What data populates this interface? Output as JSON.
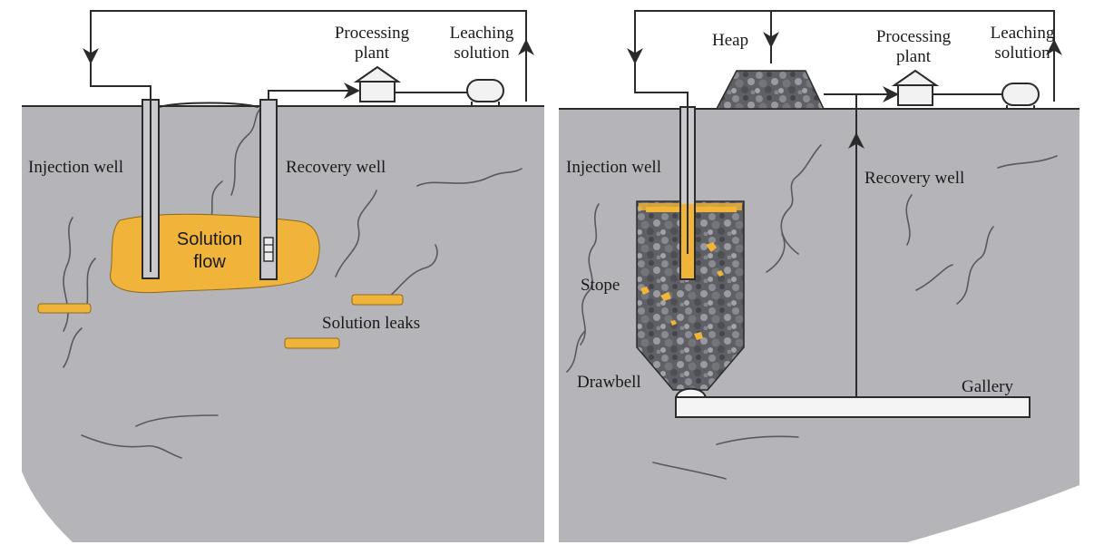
{
  "left_panel": {
    "labels": {
      "processing_plant": [
        "Processing",
        "plant"
      ],
      "leaching_solution": [
        "Leaching",
        "solution"
      ],
      "injection_well": "Injection well",
      "recovery_well": "Recovery well",
      "solution_flow": [
        "Solution",
        "flow"
      ],
      "solution_leaks": "Solution leaks"
    }
  },
  "right_panel": {
    "labels": {
      "heap": "Heap",
      "processing_plant": [
        "Processing",
        "plant"
      ],
      "leaching_solution": [
        "Leaching",
        "solution"
      ],
      "injection_well": "Injection well",
      "recovery_well": "Recovery well",
      "stope": "Stope",
      "drawbell": "Drawbell",
      "gallery": "Gallery"
    }
  },
  "colors": {
    "ground": "#b5b4b9",
    "solution": "#f0b43a",
    "ore_rock": "#6d6e73",
    "pipe": "#2b2b2b",
    "background": "#ffffff"
  }
}
